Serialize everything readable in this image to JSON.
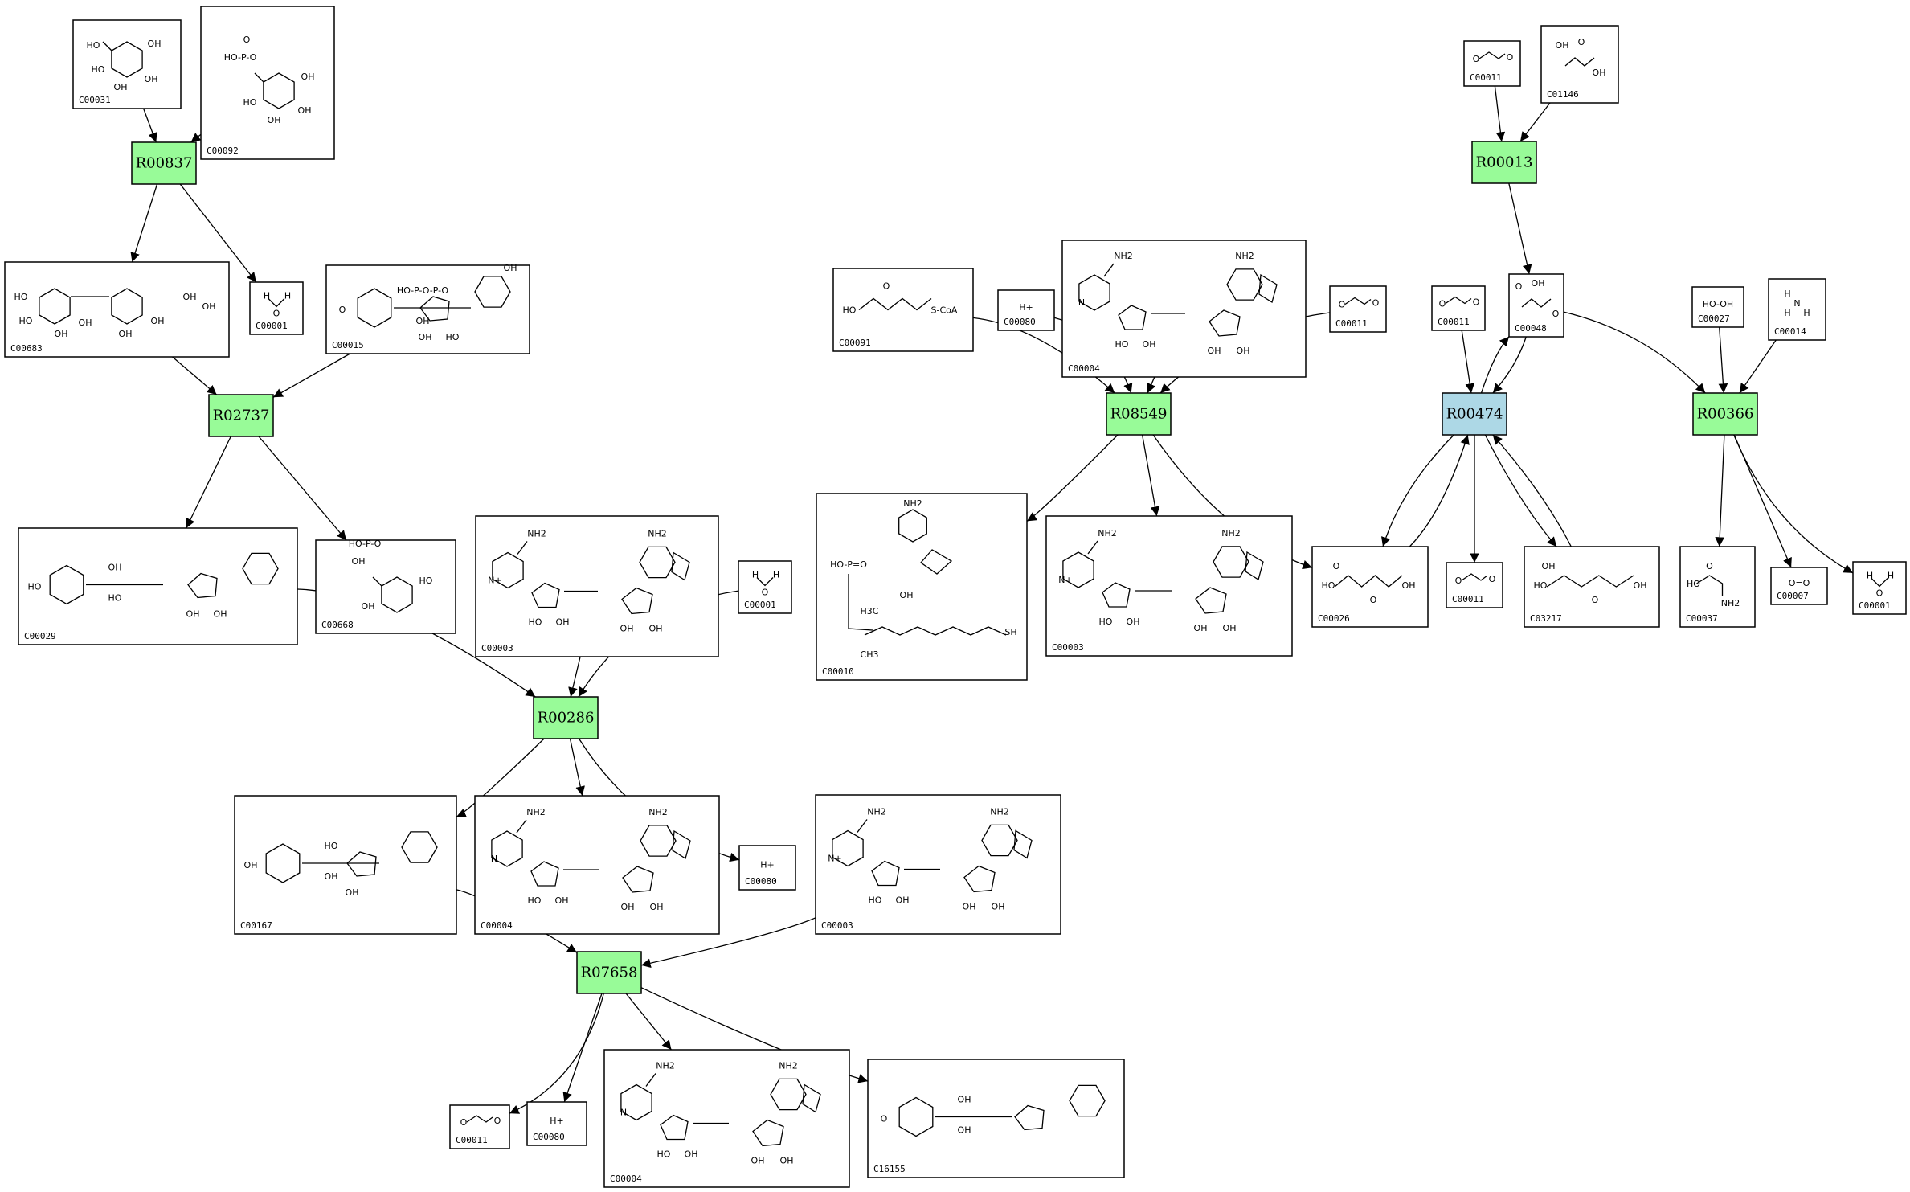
{
  "reactions": [
    {
      "id": "R00837",
      "color": "#98fb98"
    },
    {
      "id": "R02737",
      "color": "#98fb98"
    },
    {
      "id": "R00286",
      "color": "#98fb98"
    },
    {
      "id": "R07658",
      "color": "#98fb98"
    },
    {
      "id": "R08549",
      "color": "#98fb98"
    },
    {
      "id": "R00013",
      "color": "#98fb98"
    },
    {
      "id": "R00474",
      "color": "#add8e6"
    },
    {
      "id": "R00366",
      "color": "#98fb98"
    }
  ],
  "compounds": [
    {
      "id": "C00031",
      "struct": "glucose",
      "atoms": [
        "HO",
        "OH",
        "HO",
        "OH",
        "OH"
      ]
    },
    {
      "id": "C00092",
      "struct": "glucose6p",
      "atoms": [
        "O",
        "HO-P-O",
        "OH",
        "HO",
        "OH",
        "OH"
      ]
    },
    {
      "id": "C00683",
      "struct": "disaccharide",
      "atoms": [
        "HO",
        "HO",
        "OH",
        "OH",
        "OH",
        "OH",
        "OH",
        "OH"
      ]
    },
    {
      "id": "C00001",
      "struct": "water",
      "formula": "H2O",
      "atoms": [
        "H",
        "O",
        "H"
      ]
    },
    {
      "id": "C00015",
      "struct": "nucleotide",
      "atoms": [
        "O",
        "HO-P-O-P-O",
        "OH",
        "OH",
        "HO",
        "OH"
      ]
    },
    {
      "id": "C00029",
      "struct": "nucleotide",
      "atoms": [
        "HO",
        "OH",
        "HO",
        "OH",
        "OH"
      ]
    },
    {
      "id": "C00668",
      "struct": "glucose6p",
      "atoms": [
        "HO-P-O",
        "OH",
        "HO",
        "OH"
      ]
    },
    {
      "id": "C00003",
      "struct": "nad",
      "atoms": [
        "NH2",
        "NH2",
        "N+",
        "HO",
        "OH",
        "OH",
        "OH"
      ]
    },
    {
      "id": "C00080",
      "struct": "text",
      "formula": "H+",
      "atoms": [
        "H+"
      ]
    },
    {
      "id": "C00167",
      "struct": "nucleotide",
      "atoms": [
        "OH",
        "HO",
        "OH",
        "OH"
      ]
    },
    {
      "id": "C00004",
      "struct": "nad",
      "atoms": [
        "NH2",
        "NH2",
        "N",
        "HO",
        "OH",
        "OH",
        "OH"
      ]
    },
    {
      "id": "C00011",
      "struct": "co2",
      "formula": "O=C=O",
      "atoms": [
        "O",
        "O"
      ]
    },
    {
      "id": "C16155",
      "struct": "nucleotide",
      "atoms": [
        "O",
        "OH",
        "OH"
      ]
    },
    {
      "id": "C00091",
      "struct": "succinylcoa",
      "formula": "S-CoA",
      "atoms": [
        "HO",
        "O",
        "S-CoA"
      ]
    },
    {
      "id": "C00010",
      "struct": "coa",
      "atoms": [
        "NH2",
        "HO-P=O",
        "OH",
        "SH",
        "H3C",
        "CH3"
      ]
    },
    {
      "id": "C01146",
      "struct": "small",
      "atoms": [
        "OH",
        "O",
        "OH"
      ]
    },
    {
      "id": "C00048",
      "struct": "small",
      "atoms": [
        "O",
        "OH",
        "O"
      ]
    },
    {
      "id": "C00026",
      "struct": "diacid",
      "atoms": [
        "HO",
        "O",
        "OH",
        "O"
      ]
    },
    {
      "id": "C03217",
      "struct": "diacid",
      "atoms": [
        "HO",
        "OH",
        "OH",
        "O"
      ]
    },
    {
      "id": "C00027",
      "struct": "text",
      "formula": "HO-OH",
      "atoms": [
        "HO-OH"
      ]
    },
    {
      "id": "C00014",
      "struct": "ammonia",
      "formula": "NH3",
      "atoms": [
        "H",
        "N",
        "H",
        "H"
      ]
    },
    {
      "id": "C00037",
      "struct": "glycine",
      "atoms": [
        "HO",
        "O",
        "NH2"
      ]
    },
    {
      "id": "C00007",
      "struct": "text",
      "formula": "O=O",
      "atoms": [
        "O=O"
      ]
    }
  ],
  "edges": [
    {
      "from": "C00031",
      "to": "R00837"
    },
    {
      "from": "C00092",
      "to": "R00837"
    },
    {
      "from": "R00837",
      "to": "C00683"
    },
    {
      "from": "R00837",
      "to": "C00001"
    },
    {
      "from": "C00683",
      "to": "R02737"
    },
    {
      "from": "C00015",
      "to": "R02737"
    },
    {
      "from": "R02737",
      "to": "C00029"
    },
    {
      "from": "R02737",
      "to": "C00668"
    },
    {
      "from": "C00029",
      "to": "R00286"
    },
    {
      "from": "C00003",
      "to": "R00286"
    },
    {
      "from": "C00001",
      "to": "R00286"
    },
    {
      "from": "R00286",
      "to": "C00167"
    },
    {
      "from": "R00286",
      "to": "C00004"
    },
    {
      "from": "R00286",
      "to": "C00080"
    },
    {
      "from": "C00167",
      "to": "R07658"
    },
    {
      "from": "C00003",
      "to": "R07658"
    },
    {
      "from": "R07658",
      "to": "C00011"
    },
    {
      "from": "R07658",
      "to": "C00080"
    },
    {
      "from": "R07658",
      "to": "C00004"
    },
    {
      "from": "R07658",
      "to": "C16155"
    },
    {
      "from": "C00091",
      "to": "R08549"
    },
    {
      "from": "C00080",
      "to": "R08549"
    },
    {
      "from": "C00004",
      "to": "R08549"
    },
    {
      "from": "C00011",
      "to": "R08549"
    },
    {
      "from": "R08549",
      "to": "C00010"
    },
    {
      "from": "R08549",
      "to": "C00003"
    },
    {
      "from": "R08549",
      "to": "C00026"
    },
    {
      "from": "C00011",
      "to": "R00013"
    },
    {
      "from": "C01146",
      "to": "R00013"
    },
    {
      "from": "R00013",
      "to": "C00048"
    },
    {
      "from": "C00011",
      "to": "R00474"
    },
    {
      "from": "C00048",
      "to": "R00474"
    },
    {
      "from": "R00474",
      "to": "C00048"
    },
    {
      "from": "C00026",
      "to": "R00474"
    },
    {
      "from": "R00474",
      "to": "C00026"
    },
    {
      "from": "R00474",
      "to": "C00011"
    },
    {
      "from": "R00474",
      "to": "C03217"
    },
    {
      "from": "C03217",
      "to": "R00474"
    },
    {
      "from": "C00048",
      "to": "R00366"
    },
    {
      "from": "C00027",
      "to": "R00366"
    },
    {
      "from": "C00014",
      "to": "R00366"
    },
    {
      "from": "R00366",
      "to": "C00037"
    },
    {
      "from": "R00366",
      "to": "C00007"
    },
    {
      "from": "R00366",
      "to": "C00001"
    }
  ]
}
